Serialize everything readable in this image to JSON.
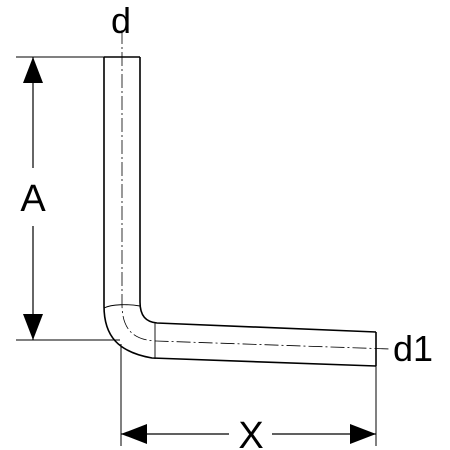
{
  "labels": {
    "top_diameter": "d",
    "end_diameter": "d1",
    "vertical_dimension": "A",
    "horizontal_dimension": "X"
  },
  "colors": {
    "line": "#000000",
    "background": "#ffffff"
  }
}
